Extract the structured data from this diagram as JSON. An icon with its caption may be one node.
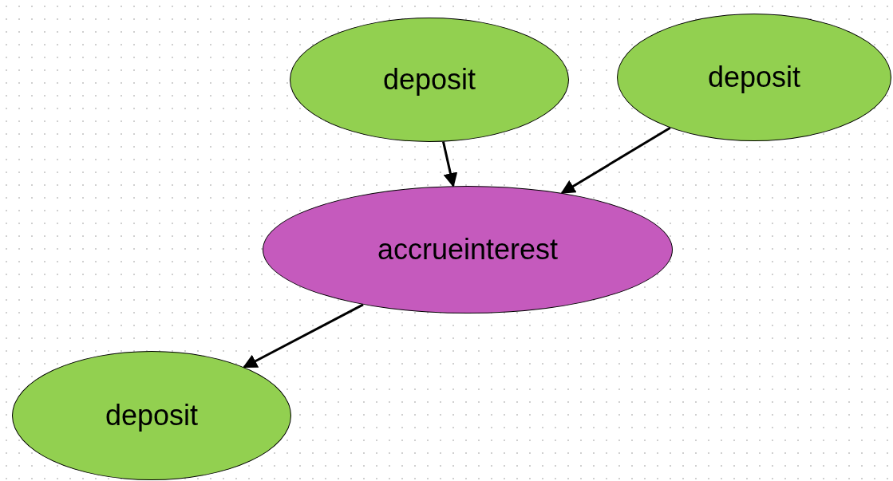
{
  "diagram": {
    "nodes": [
      {
        "text": [
          "deposit"
        ]
      },
      {
        "text": [
          "deposit"
        ]
      },
      {
        "text": [
          "accrueinterest"
        ]
      },
      {
        "text": [
          "deposit"
        ]
      }
    ],
    "edges": [
      {
        "from": 0,
        "to": 2,
        "arrow": "to"
      },
      {
        "from": 1,
        "to": 2,
        "arrow": "to"
      },
      {
        "from": 2,
        "to": 3,
        "arrow": "to"
      }
    ]
  }
}
